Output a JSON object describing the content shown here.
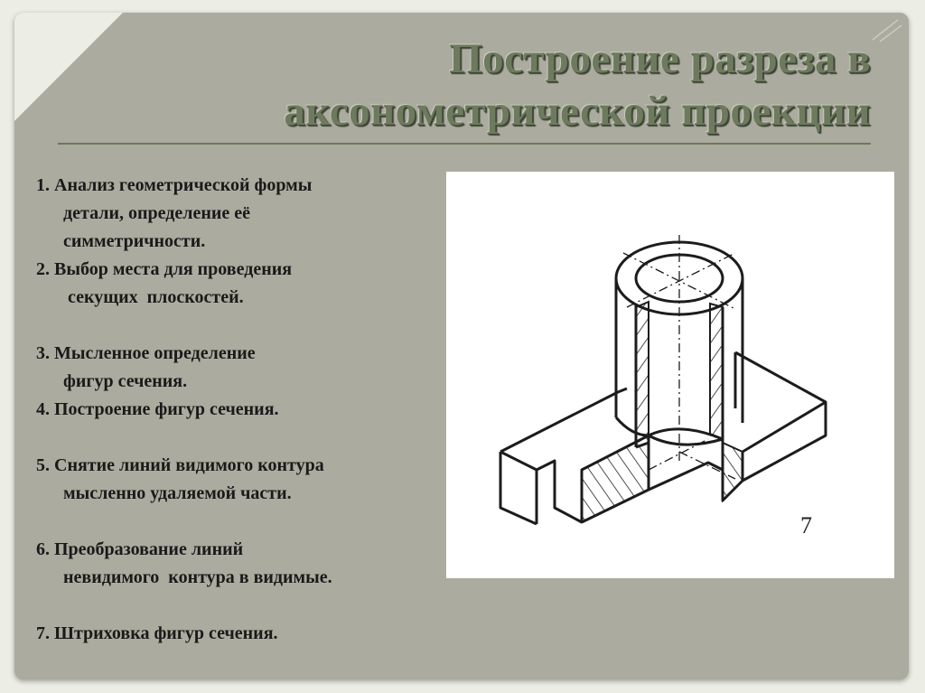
{
  "slide": {
    "title_line1": "Построение разреза в",
    "title_line2": "аксонометрической проекции",
    "steps": [
      {
        "line1": "1.   Анализ геометрической формы",
        "line2": "детали, определение её",
        "line3": "симметричности."
      },
      {
        "line1": "2.   Выбор места для проведения",
        "line2": " секущих  плоскостей."
      },
      {
        "line1": "3. Мысленное определение",
        "line2": "фигур сечения."
      },
      {
        "line1": "4. Построение фигур сечения."
      },
      {
        "line1": "5. Снятие линий видимого контура",
        "line2": "мысленно удаляемой части."
      },
      {
        "line1": "6. Преобразование линий",
        "line2": "невидимого  контура в видимые."
      },
      {
        "line1": "7. Штриховка фигур сечения."
      }
    ],
    "figure": {
      "label": "7"
    }
  },
  "colors": {
    "background": "#eceee6",
    "panel": "#abab9f",
    "title_text": "#6e7a5e",
    "rule": "#6b7a56",
    "body_text": "#1a1a1a"
  }
}
